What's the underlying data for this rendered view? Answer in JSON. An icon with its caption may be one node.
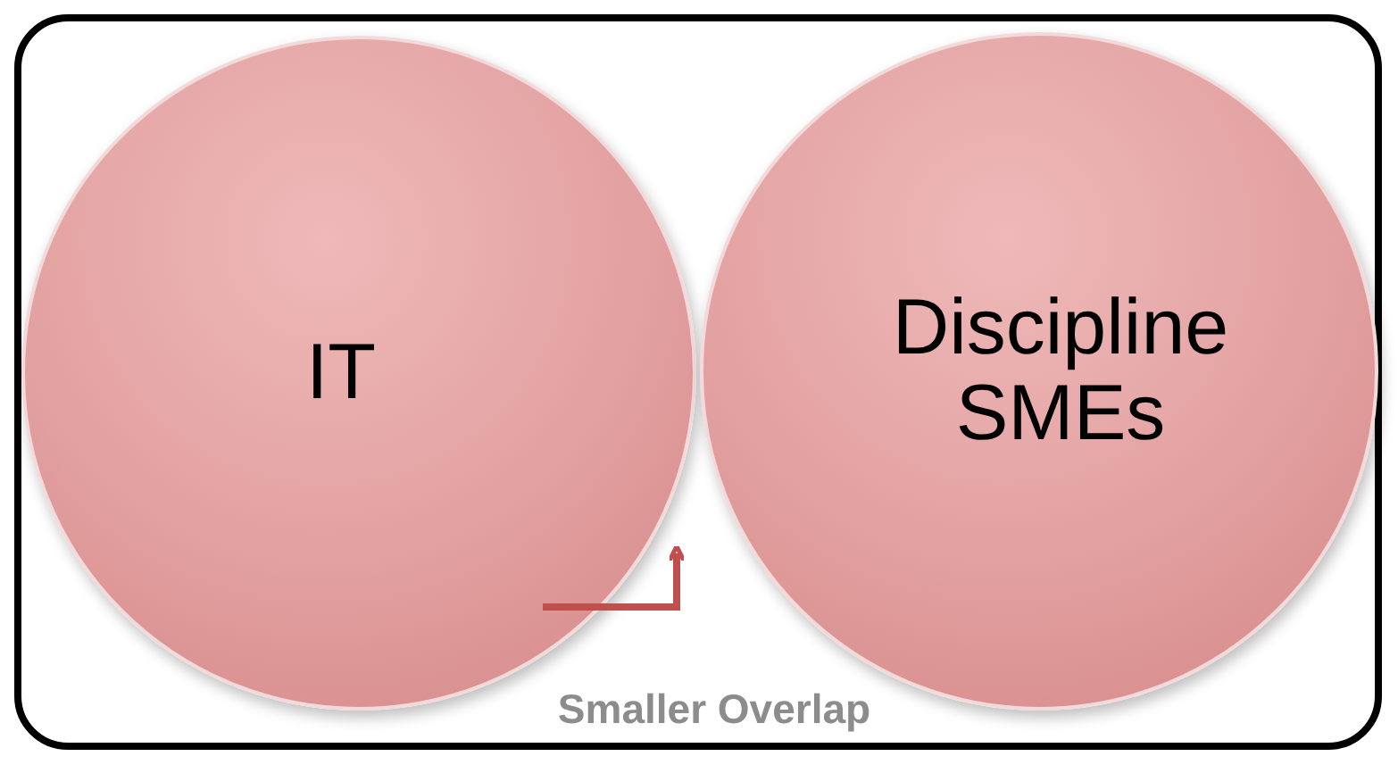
{
  "diagram": {
    "nodes": [
      {
        "text": [],
        "shape": "box"
      },
      {
        "text": [
          "IT"
        ],
        "in": 0
      },
      {
        "text": [
          "Discipline SMEs"
        ],
        "in": 0
      }
    ],
    "labels": [
      "Smaller Overlap"
    ]
  }
}
